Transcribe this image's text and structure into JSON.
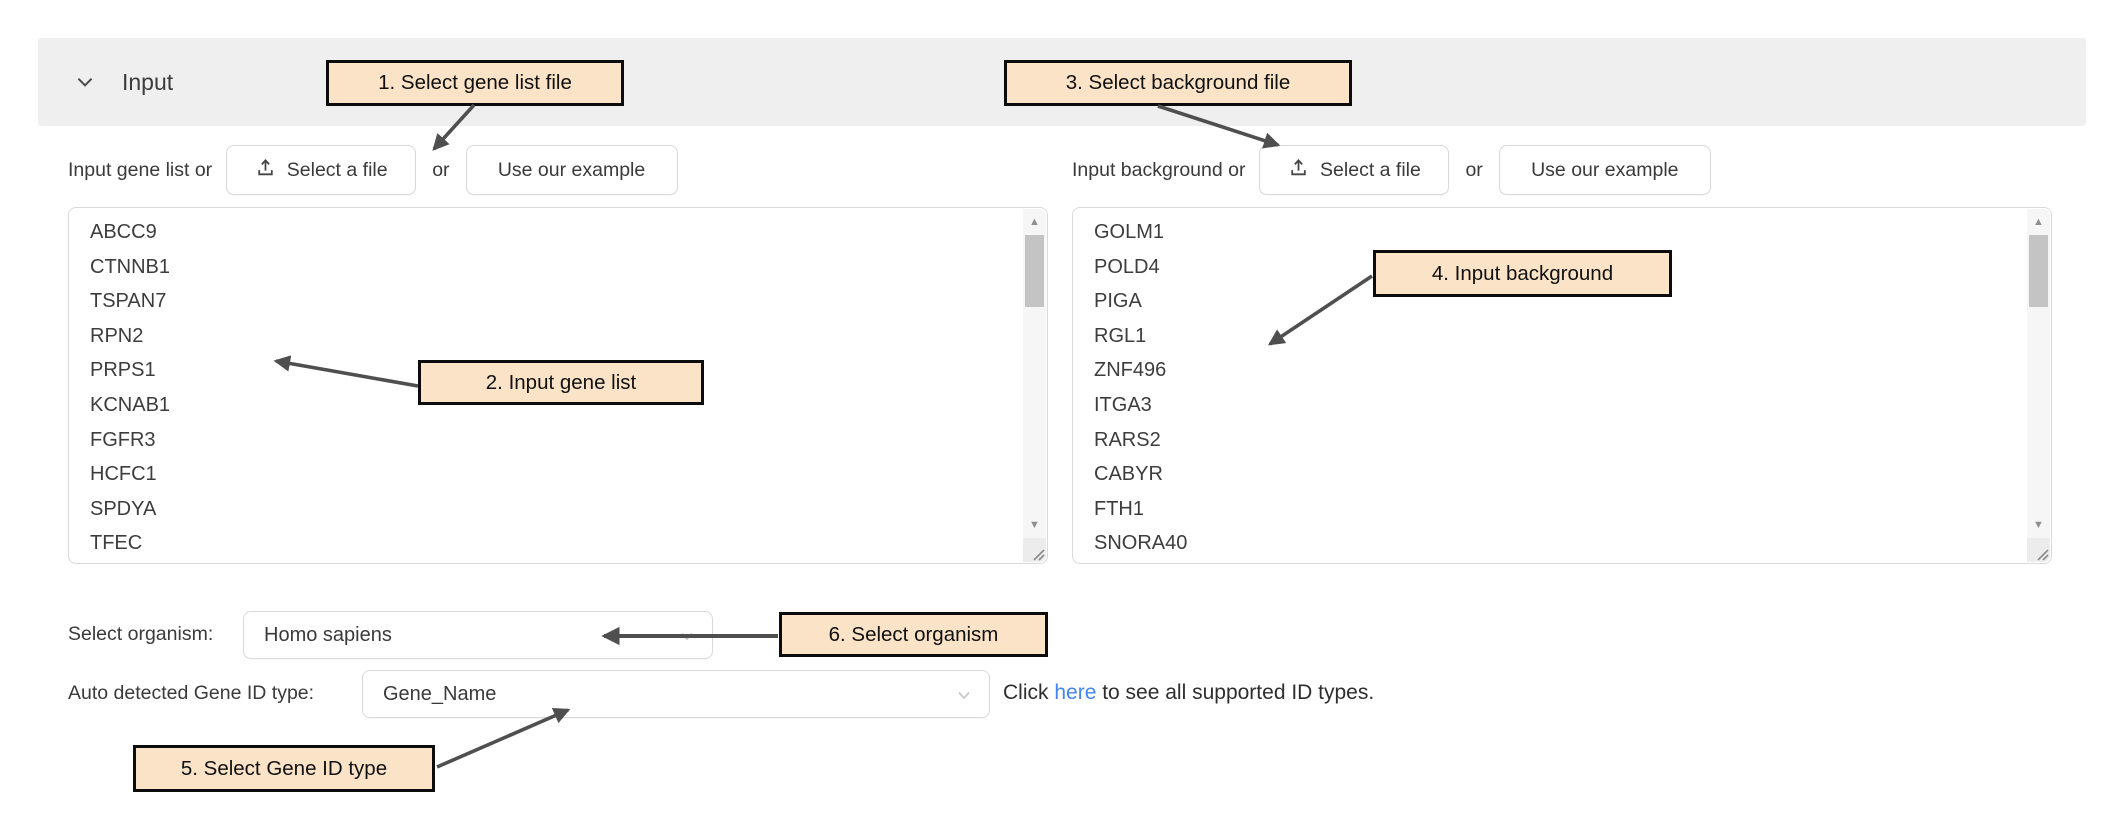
{
  "header": {
    "title": "Input",
    "collapse_icon": "chevron-down-icon"
  },
  "gene_list_panel": {
    "label": "Input gene list or",
    "select_file_button": "Select a file",
    "or_text": "or",
    "example_button": "Use our example",
    "upload_icon": "upload-icon",
    "genes": [
      "ABCC9",
      "CTNNB1",
      "TSPAN7",
      "RPN2",
      "PRPS1",
      "KCNAB1",
      "FGFR3",
      "HCFC1",
      "SPDYA",
      "TFEC"
    ]
  },
  "background_panel": {
    "label": "Input background or",
    "select_file_button": "Select a file",
    "or_text": "or",
    "example_button": "Use our example",
    "upload_icon": "upload-icon",
    "genes": [
      "GOLM1",
      "POLD4",
      "PIGA",
      "RGL1",
      "ZNF496",
      "ITGA3",
      "RARS2",
      "CABYR",
      "FTH1",
      "SNORA40"
    ]
  },
  "organism_row": {
    "label": "Select organism:",
    "value": "Homo sapiens",
    "dropdown_icon": "chevron-down-icon"
  },
  "gene_id_row": {
    "label": "Auto detected Gene ID type:",
    "value": "Gene_Name",
    "dropdown_icon": "chevron-down-icon",
    "help_prefix": "Click ",
    "help_link": "here",
    "help_suffix": " to see all supported ID types."
  },
  "scrollbar": {
    "up_glyph": "▲",
    "down_glyph": "▼",
    "resize_icon": "resize-grip-icon"
  },
  "annotations": [
    {
      "label": "1. Select gene list file"
    },
    {
      "label": "2. Input gene list"
    },
    {
      "label": "3. Select background file"
    },
    {
      "label": "4. Input background"
    },
    {
      "label": "5. Select Gene ID type"
    },
    {
      "label": "6. Select organism"
    }
  ],
  "colors": {
    "annotation_bg": "#fbe3c8",
    "annotation_border": "#0c0c0c",
    "header_bg": "#efefef",
    "control_border": "#d9d9d9",
    "text": "#3a3a3a",
    "link": "#4285f4",
    "arrow": "#4f4f4f"
  }
}
